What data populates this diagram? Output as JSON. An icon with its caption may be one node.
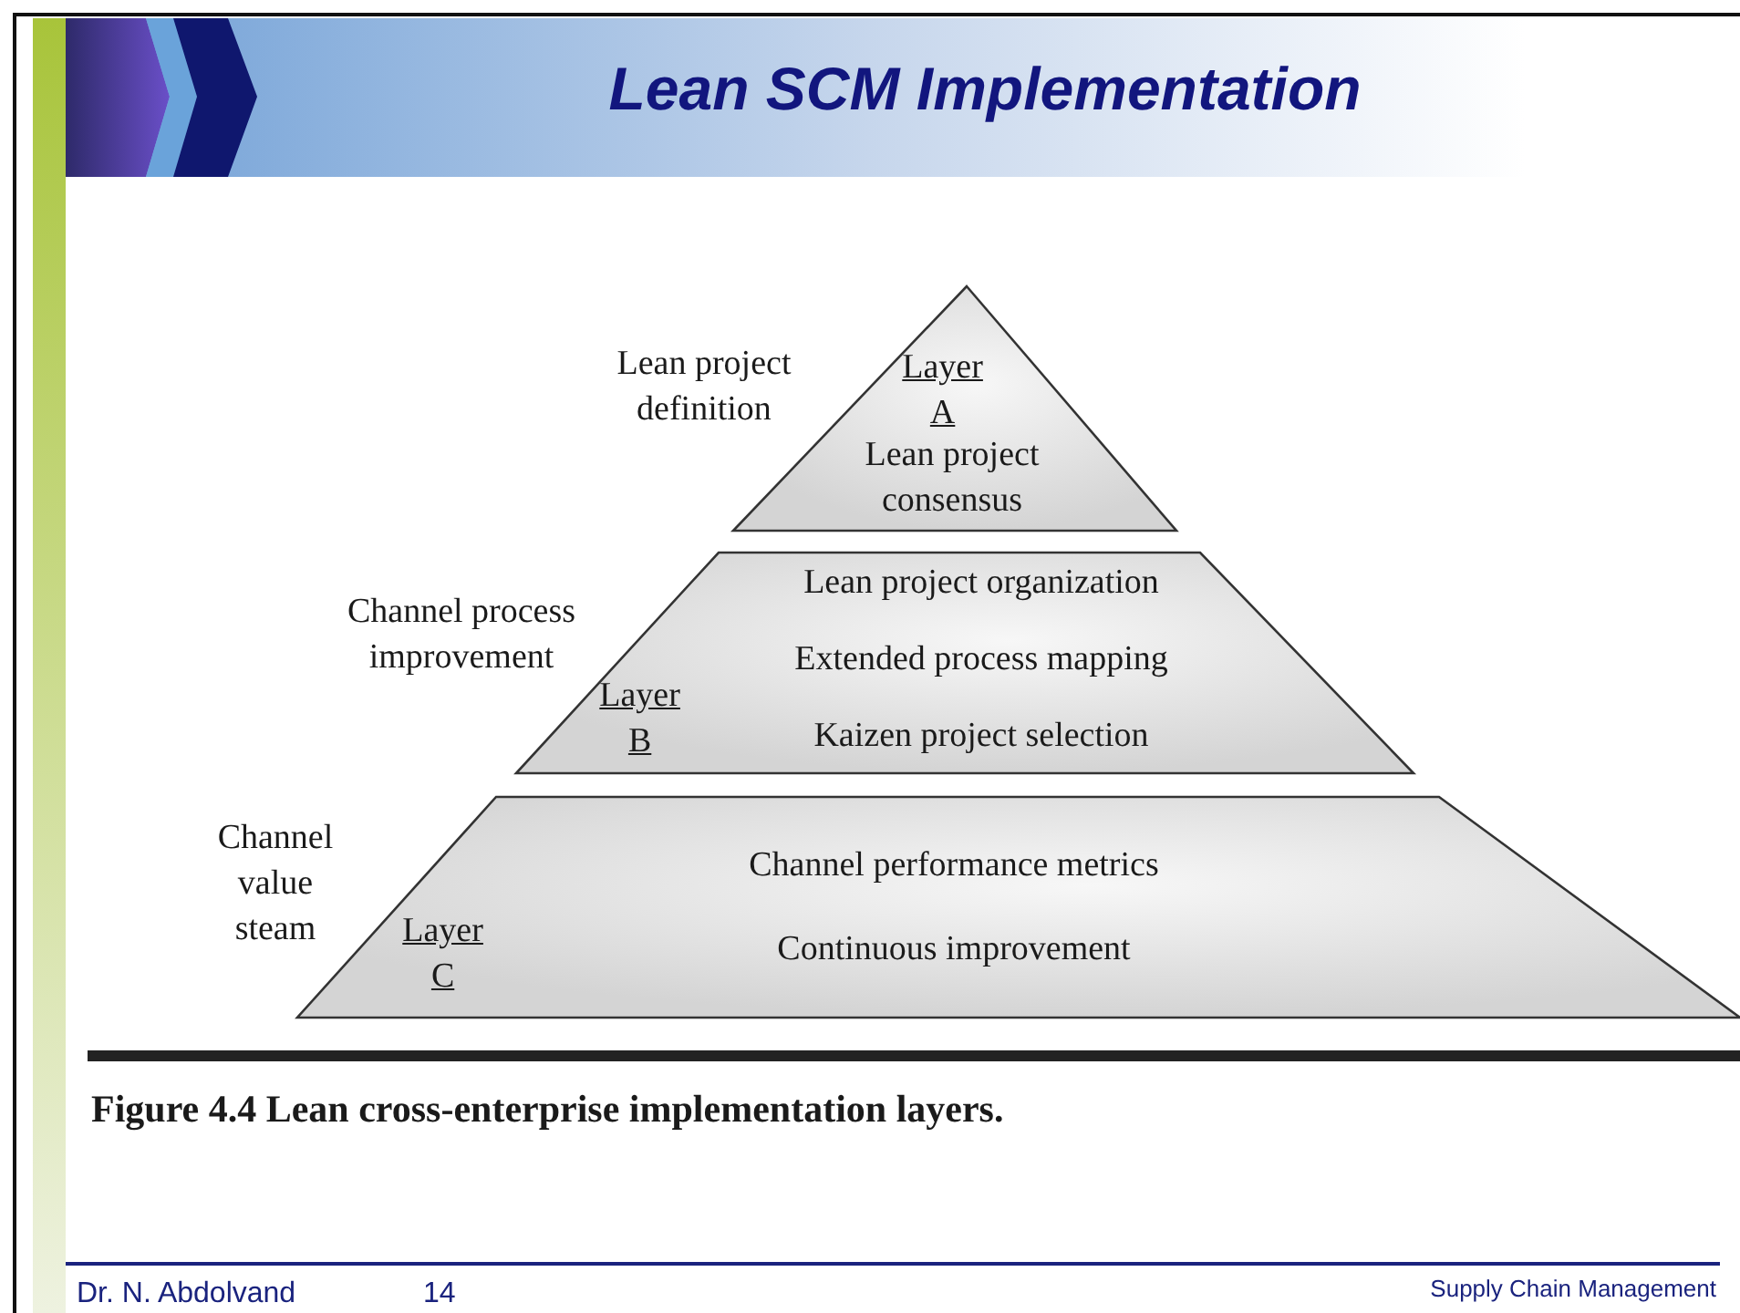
{
  "diagram": {
    "title": "Lean SCM Implementation",
    "caption": "Figure 4.4 Lean cross-enterprise implementation layers.",
    "nodes": [
      {
        "text": [
          "Layer A",
          "Lean project consensus"
        ],
        "beside": [
          "Lean project definition"
        ]
      },
      {
        "text": [
          "Lean project organization",
          "Extended process mapping",
          "Layer B",
          "Kaizen project selection"
        ],
        "beside": [
          "Channel process improvement"
        ]
      },
      {
        "text": [
          "Channel performance metrics",
          "Layer C",
          "Continuous improvement"
        ],
        "beside": [
          "Channel value steam"
        ]
      }
    ],
    "labels": [
      "Dr. N. Abdolvand",
      "14",
      "Supply Chain Management"
    ]
  }
}
